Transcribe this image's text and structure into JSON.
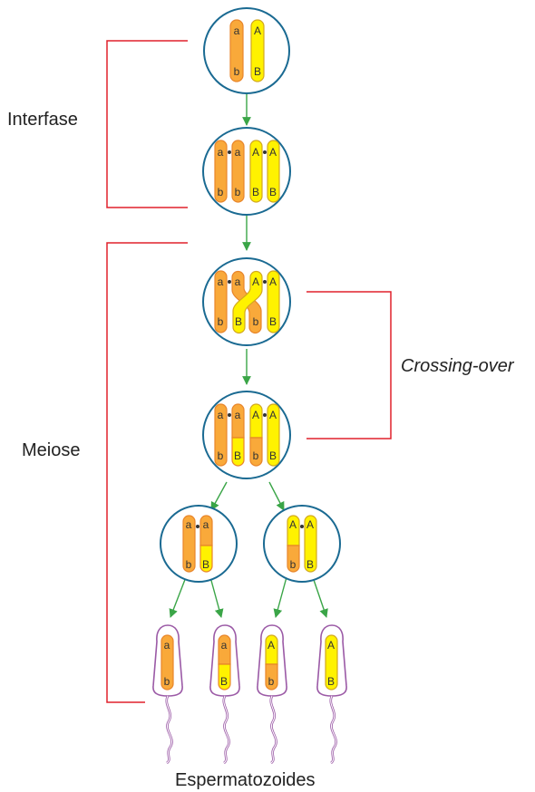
{
  "labels": {
    "interfase": "Interfase",
    "meiose": "Meiose",
    "crossing_over": "Crossing-over",
    "espermatozoides": "Espermatozoides"
  },
  "genes": {
    "a": "a",
    "A": "A",
    "b": "b",
    "B": "B"
  },
  "colors": {
    "orange": "#f9a93a",
    "orange_stroke": "#e8852a",
    "yellow": "#fff200",
    "yellow_stroke": "#d2a91e",
    "bracket": "#e0202b",
    "arrow": "#3aa547",
    "cell_stroke": "#1a6a92",
    "sperm_stroke": "#9b5aa6"
  }
}
